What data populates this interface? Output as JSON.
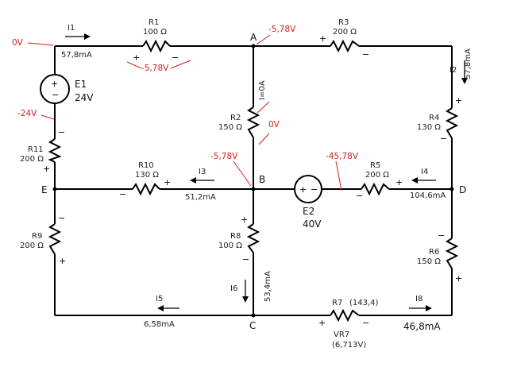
{
  "nodes": {
    "A": "A",
    "B": "B",
    "C": "C",
    "D": "D",
    "E": "E"
  },
  "resistors": {
    "R1": {
      "name": "R1",
      "value": "100 Ω"
    },
    "R2": {
      "name": "R2",
      "value": "150 Ω"
    },
    "R3": {
      "name": "R3",
      "value": "200 Ω"
    },
    "R4": {
      "name": "R4",
      "value": "130 Ω"
    },
    "R5": {
      "name": "R5",
      "value": "200 Ω"
    },
    "R6": {
      "name": "R6",
      "value": "150 Ω"
    },
    "R7": {
      "name": "R7",
      "value": "(143,4)"
    },
    "R8": {
      "name": "R8",
      "value": "100 Ω"
    },
    "R9": {
      "name": "R9",
      "value": "200 Ω"
    },
    "R10": {
      "name": "R10",
      "value": "130 Ω"
    },
    "R11": {
      "name": "R11",
      "value": "200 Ω"
    }
  },
  "vr7": {
    "name": "VR7",
    "value": "(6,713V)"
  },
  "sources": {
    "E1": {
      "name": "E1",
      "value": "24V"
    },
    "E2": {
      "name": "E2",
      "value": "40V"
    }
  },
  "currents": {
    "I1": {
      "name": "I1",
      "value": "57,8mA"
    },
    "I2": {
      "name": "I2",
      "value": "57,8mA"
    },
    "I3": {
      "name": "I3",
      "value": "51,2mA"
    },
    "I4": {
      "name": "I4",
      "value": "104,6mA"
    },
    "I5": {
      "name": "I5",
      "value": "6,58mA"
    },
    "I6": {
      "name": "I6",
      "value": "53,4mA"
    },
    "I8": {
      "name": "I8",
      "value": "46,8mA"
    },
    "R2_branch": "I=0A"
  },
  "annotations": {
    "v_left_top": "0V",
    "v_left_mid": "-24V",
    "v_R1": "-5,78V",
    "v_A": "-5,78V",
    "v_R2": "0V",
    "v_B": "-5,78V",
    "v_E2_right": "-45,78V"
  },
  "signs": {
    "plus": "+",
    "minus": "−"
  },
  "source_signs": {
    "plus": "+",
    "minus": "−"
  },
  "colors": {
    "wire": "#000000",
    "annotation": "#d21f1f",
    "background": "#ffffff"
  }
}
